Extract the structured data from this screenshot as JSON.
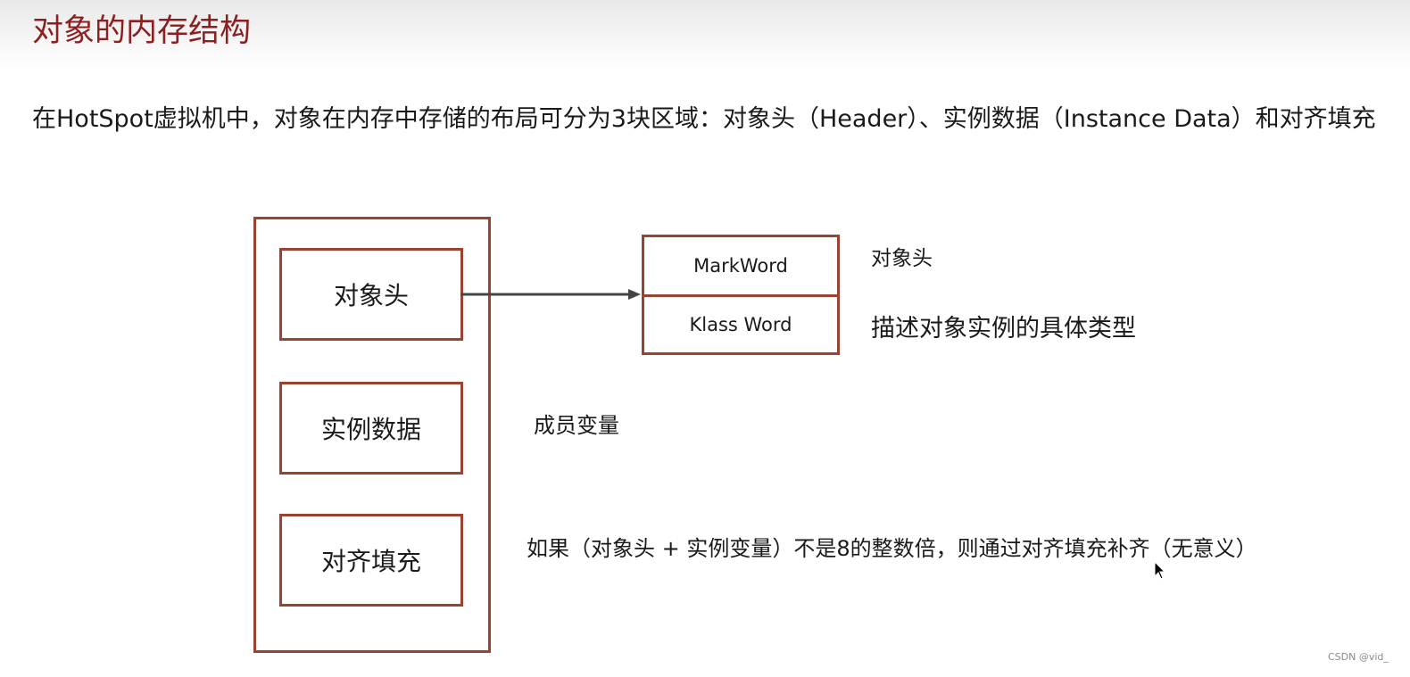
{
  "slide": {
    "title": "对象的内存结构",
    "intro": "在HotSpot虚拟机中，对象在内存中存储的布局可分为3块区域：对象头（Header）、实例数据（Instance Data）和对齐填充"
  },
  "diagram": {
    "object_sections": [
      {
        "label": "对象头"
      },
      {
        "label": "实例数据"
      },
      {
        "label": "对齐填充"
      }
    ],
    "header_detail": {
      "rows": [
        {
          "label": "MarkWord",
          "note": "对象头"
        },
        {
          "label": "Klass Word",
          "note": "描述对象实例的具体类型"
        }
      ]
    },
    "notes": {
      "instance_data": "成员变量",
      "padding": "如果（对象头 + 实例变量）不是8的整数倍，则通过对齐填充补齐（无意义）"
    }
  },
  "footer": {
    "watermark": "CSDN @vid_"
  },
  "colors": {
    "title": "#8c1f1f",
    "box_border": "#9a4331",
    "arrow": "#444444"
  }
}
